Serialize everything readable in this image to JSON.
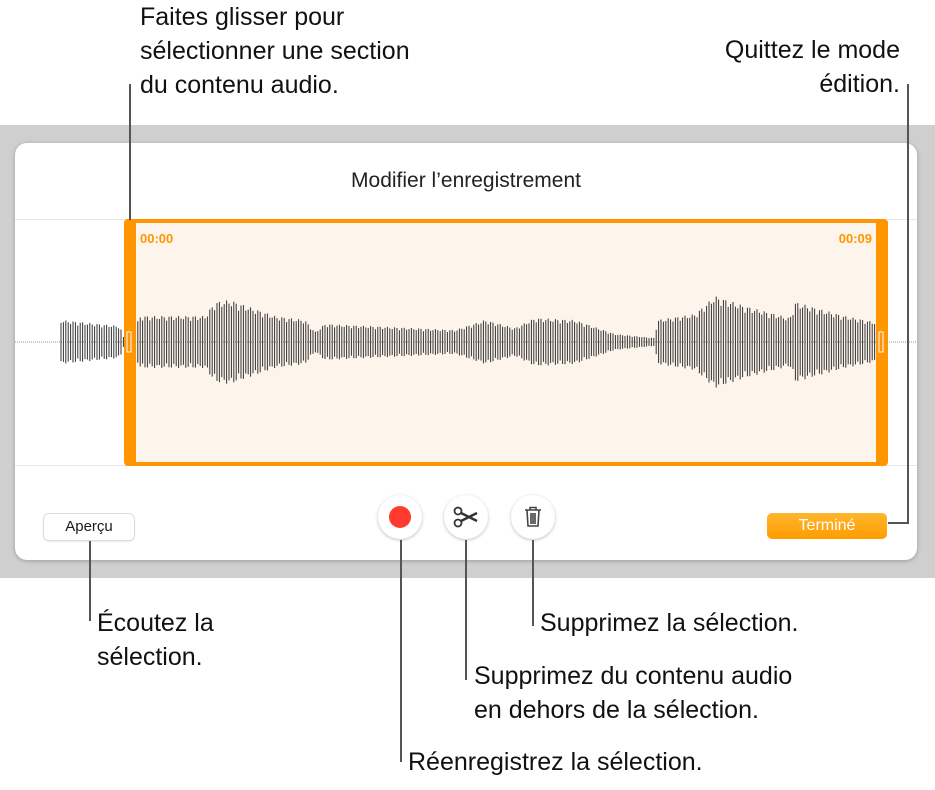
{
  "dialog": {
    "title": "Modifier l’enregistrement",
    "start_time": "00:00",
    "end_time": "00:09",
    "preview_label": "Aperçu",
    "done_label": "Terminé",
    "record_icon": "record-icon",
    "trim_icon": "scissors-icon",
    "delete_icon": "trash-icon",
    "accent": "#ff9500",
    "record_color": "#ff3b30"
  },
  "callouts": {
    "drag": [
      "Faites glisser pour",
      "sélectionner une section",
      "du contenu audio."
    ],
    "done": [
      "Quittez le mode",
      "édition."
    ],
    "preview": [
      "Écoutez la",
      "sélection."
    ],
    "delete": [
      "Supprimez la sélection."
    ],
    "trim": [
      "Supprimez du contenu audio",
      "en dehors de la sélection."
    ],
    "record": [
      "Réenregistrez la sélection."
    ]
  }
}
